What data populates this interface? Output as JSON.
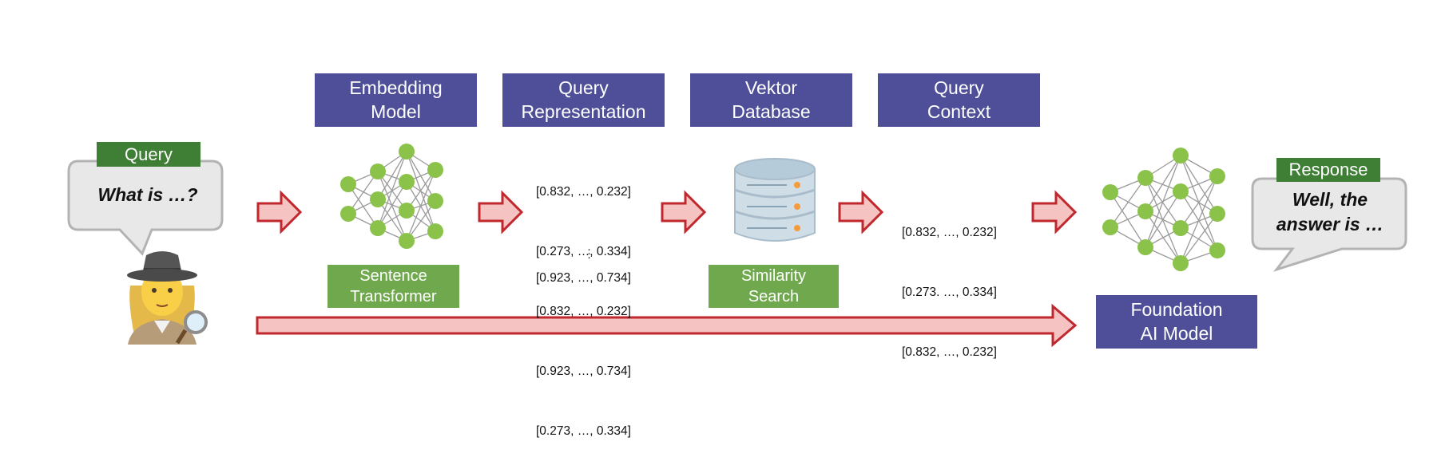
{
  "query": {
    "tag": "Query",
    "text": "What is …?"
  },
  "response": {
    "tag": "Response",
    "line1": "Well, the",
    "line2": "answer is …"
  },
  "stages": {
    "embedding": {
      "line1": "Embedding",
      "line2": "Model"
    },
    "query_repr": {
      "line1": "Query",
      "line2": "Representation"
    },
    "vector_db": {
      "line1": "Vektor",
      "line2": "Database"
    },
    "query_ctx": {
      "line1": "Query",
      "line2": "Context"
    },
    "foundation": {
      "line1": "Foundation",
      "line2": "AI Model"
    }
  },
  "labels": {
    "sentence_transformer": {
      "line1": "Sentence",
      "line2": "Transformer"
    },
    "similarity_search": {
      "line1": "Similarity",
      "line2": "Search"
    }
  },
  "representation_vectors": [
    "[0.832, …, 0.232]",
    "[0.273, …, 0.334]",
    "[0.832, …, 0.232]",
    "[0.923, …, 0.734]",
    "[0.273, …, 0.334]"
  ],
  "representation_last": "[0.923, …, 0.734]",
  "context_vectors": [
    "[0.832, …, 0.232]",
    "[0.273. …, 0.334]",
    "[0.832, …, 0.232]"
  ],
  "colors": {
    "blue_box": "#4e4f98",
    "green_box": "#70a84e",
    "tag_green": "#3f7e35",
    "arrow_fill": "#f6c3c3",
    "arrow_stroke": "#c0282d",
    "node_green": "#8bc34a",
    "edge_gray": "#9a9a9a"
  },
  "icons": [
    "detective-icon",
    "database-icon",
    "neural-network-icon",
    "speech-bubble-icon",
    "arrow-icon"
  ]
}
